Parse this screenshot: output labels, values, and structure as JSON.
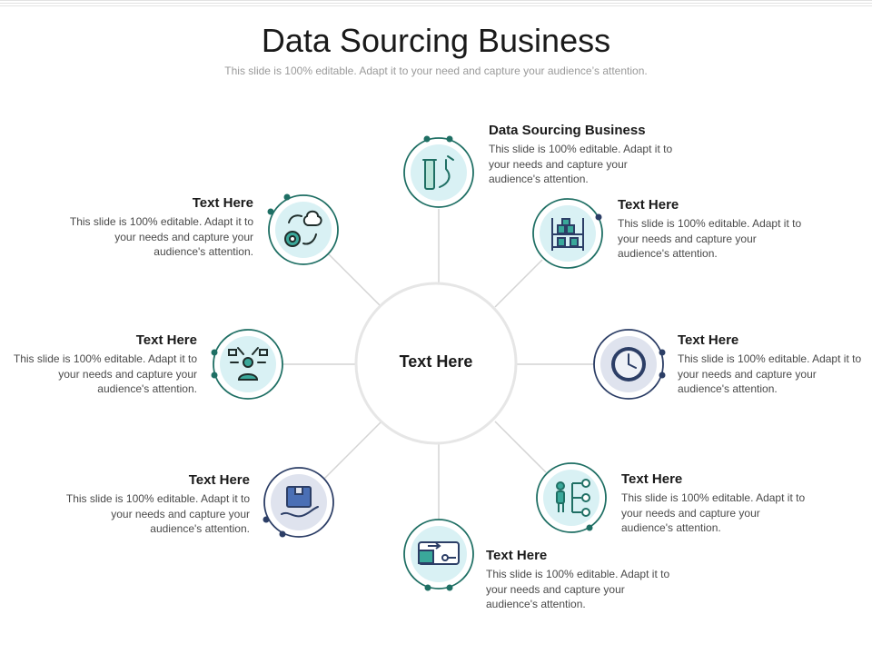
{
  "title": "Data Sourcing Business",
  "subtitle": "This slide is 100% editable. Adapt it to your need and capture your audience’s attention.",
  "center": {
    "label": "Text Here"
  },
  "colors": {
    "teal": "#1f6f64",
    "navy": "#2c3e66",
    "node_fill": "#d9f1f4",
    "center_ring": "#e6e6e6",
    "connector": "#d4d4d4"
  },
  "items": [
    {
      "heading": "Data Sourcing Business",
      "body": "This slide is 100% editable. Adapt it to your needs and capture your audience's attention.",
      "icon": "test-tube-icon"
    },
    {
      "heading": "Text Here",
      "body": "This slide is 100% editable. Adapt it to your needs and capture your audience's attention.",
      "icon": "warehouse-shelf-icon"
    },
    {
      "heading": "Text Here",
      "body": "This slide is 100% editable. Adapt it to your needs and capture your audience's attention.",
      "icon": "clock-icon"
    },
    {
      "heading": "Text Here",
      "body": "This slide is 100% editable. Adapt it to your needs and capture your audience's attention.",
      "icon": "person-flowchart-icon"
    },
    {
      "heading": "Text Here",
      "body": "This slide is 100% editable. Adapt it to your needs and capture your audience's attention.",
      "icon": "delivery-truck-icon"
    },
    {
      "heading": "Text Here",
      "body": "This slide is 100% editable. Adapt it to your needs and capture your audience's attention.",
      "icon": "hand-box-icon"
    },
    {
      "heading": "Text Here",
      "body": "This slide is 100% editable. Adapt it to your needs and capture your audience's attention.",
      "icon": "person-arrows-icon"
    },
    {
      "heading": "Text Here",
      "body": "This slide is 100% editable. Adapt it to your needs and capture your audience's attention.",
      "icon": "brain-gear-icon"
    }
  ]
}
